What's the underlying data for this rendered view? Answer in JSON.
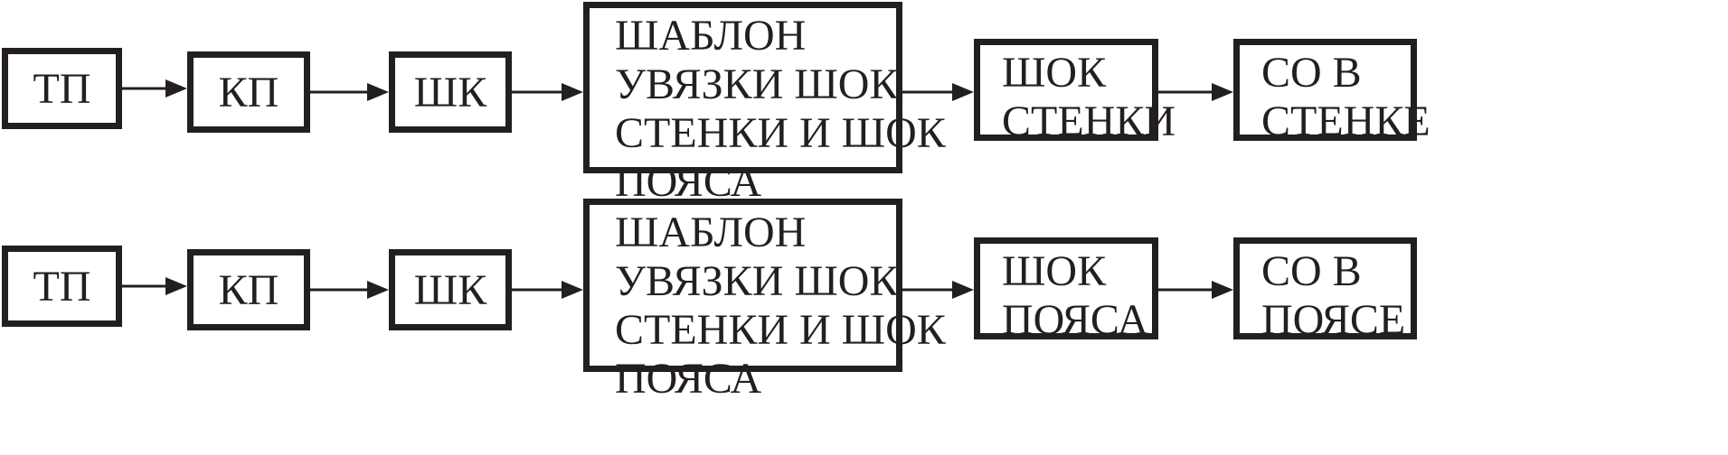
{
  "colors": {
    "stroke": "#231f20",
    "background": "#ffffff"
  },
  "rows": [
    {
      "tp": "ТП",
      "kp": "КП",
      "shk": "ШК",
      "template": [
        "ШАБЛОН",
        "УВЯЗКИ ШОК",
        "СТЕНКИ И ШОК",
        "ПОЯСА"
      ],
      "shok": [
        "ШОК",
        "СТЕНКИ"
      ],
      "so": [
        "СО В",
        "СТЕНКЕ"
      ]
    },
    {
      "tp": "ТП",
      "kp": "КП",
      "shk": "ШК",
      "template": [
        "ШАБЛОН",
        "УВЯЗКИ ШОК",
        "СТЕНКИ И ШОК",
        "ПОЯСА"
      ],
      "shok": [
        "ШОК",
        "ПОЯСА"
      ],
      "so": [
        "СО В",
        "ПОЯСЕ"
      ]
    }
  ]
}
